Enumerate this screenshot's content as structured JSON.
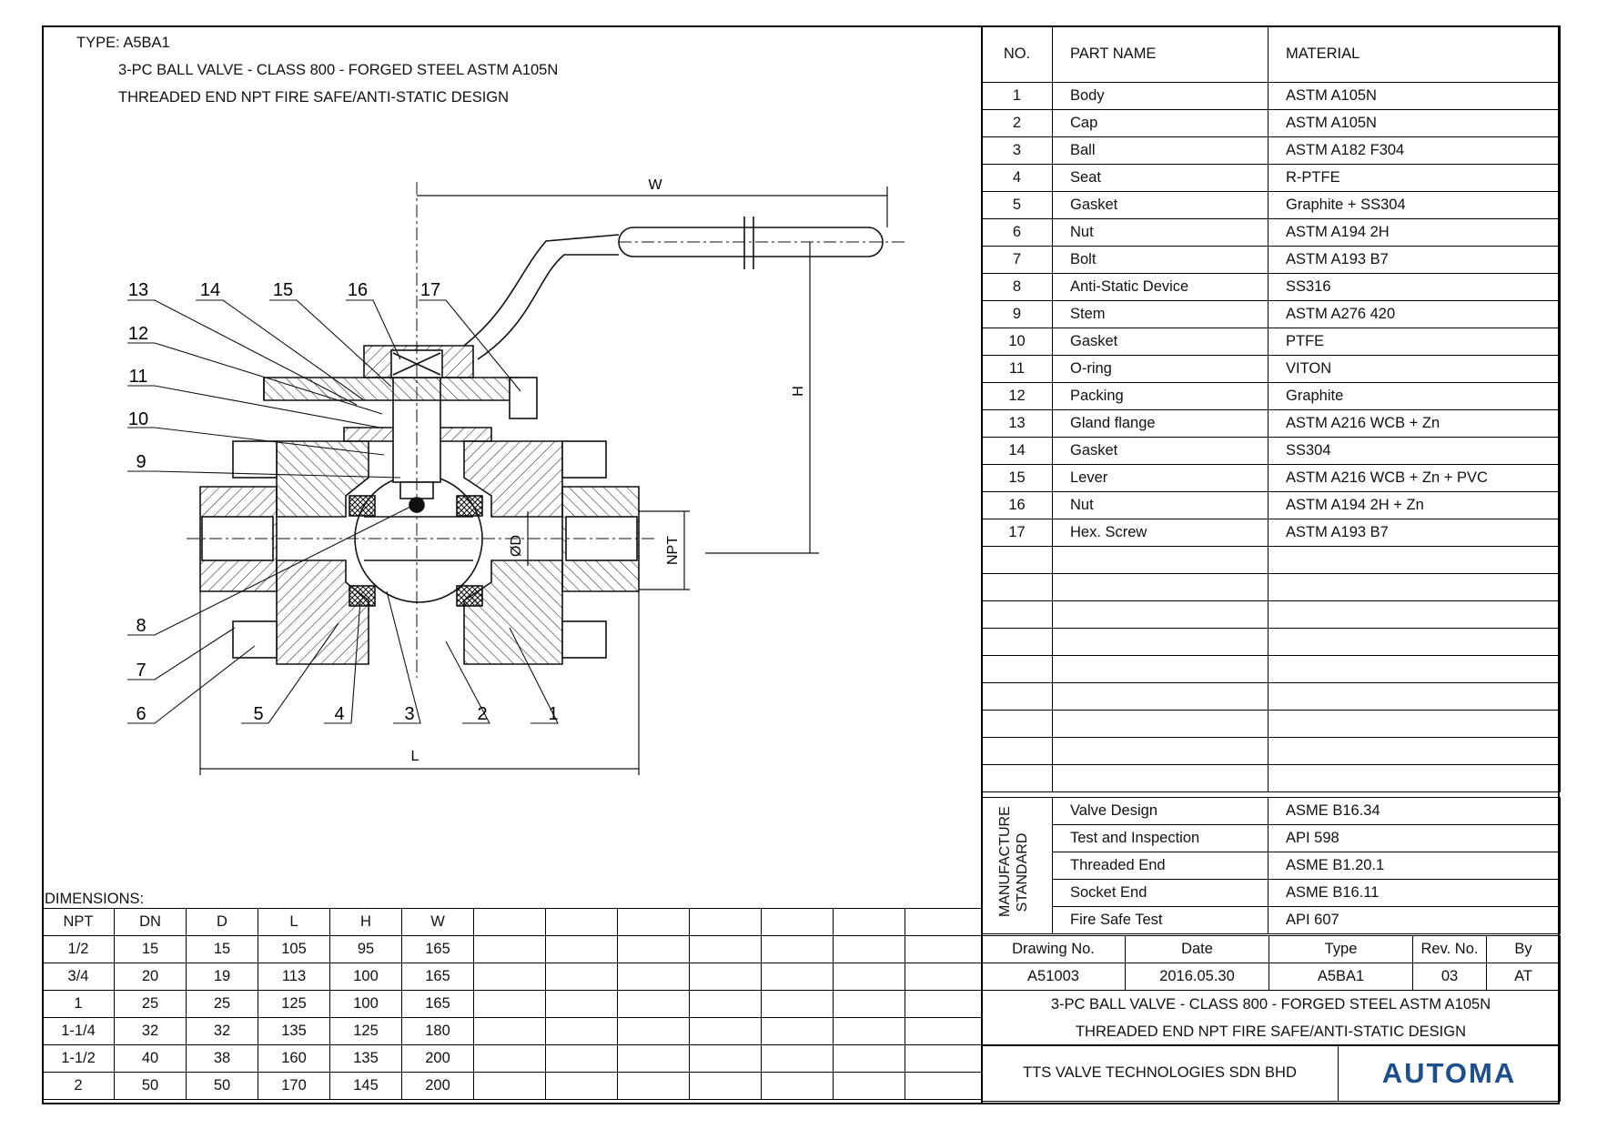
{
  "header": {
    "type_line": "TYPE: A5BA1",
    "title_line1": "3-PC BALL VALVE - CLASS 800 - FORGED STEEL ASTM A105N",
    "title_line2": "THREADED END NPT FIRE SAFE/ANTI-STATIC DESIGN"
  },
  "drawing": {
    "dim_labels": {
      "w": "W",
      "h": "H",
      "l": "L",
      "od": "ØD",
      "npt": "NPT"
    },
    "balloons": [
      "13",
      "14",
      "15",
      "16",
      "17",
      "12",
      "11",
      "10",
      "9",
      "8",
      "7",
      "6",
      "5",
      "4",
      "3",
      "2",
      "1"
    ]
  },
  "parts_table": {
    "headers": [
      "NO.",
      "PART NAME",
      "MATERIAL"
    ],
    "rows": [
      [
        "1",
        "Body",
        "ASTM A105N"
      ],
      [
        "2",
        "Cap",
        "ASTM A105N"
      ],
      [
        "3",
        "Ball",
        "ASTM A182 F304"
      ],
      [
        "4",
        "Seat",
        "R-PTFE"
      ],
      [
        "5",
        "Gasket",
        "Graphite + SS304"
      ],
      [
        "6",
        "Nut",
        "ASTM A194 2H"
      ],
      [
        "7",
        "Bolt",
        "ASTM A193 B7"
      ],
      [
        "8",
        "Anti-Static Device",
        "SS316"
      ],
      [
        "9",
        "Stem",
        "ASTM A276 420"
      ],
      [
        "10",
        "Gasket",
        "PTFE"
      ],
      [
        "11",
        "O-ring",
        "VITON"
      ],
      [
        "12",
        "Packing",
        "Graphite"
      ],
      [
        "13",
        "Gland flange",
        "ASTM A216 WCB + Zn"
      ],
      [
        "14",
        "Gasket",
        "SS304"
      ],
      [
        "15",
        "Lever",
        "ASTM A216 WCB + Zn + PVC"
      ],
      [
        "16",
        "Nut",
        "ASTM A194 2H + Zn"
      ],
      [
        "17",
        "Hex. Screw",
        "ASTM A193 B7"
      ]
    ]
  },
  "standards": {
    "side_label_line1": "MANUFACTURE",
    "side_label_line2": "STANDARD",
    "rows": [
      [
        "Valve Design",
        "ASME B16.34"
      ],
      [
        "Test and Inspection",
        "API 598"
      ],
      [
        "Threaded End",
        "ASME B1.20.1"
      ],
      [
        "Socket End",
        "ASME B16.11"
      ],
      [
        "Fire Safe Test",
        "API 607"
      ]
    ]
  },
  "title_block": {
    "headers": [
      "Drawing No.",
      "Date",
      "Type",
      "Rev. No.",
      "By"
    ],
    "values": [
      "A51003",
      "2016.05.30",
      "A5BA1",
      "03",
      "AT"
    ],
    "title_line1": "3-PC BALL VALVE - CLASS 800 - FORGED STEEL ASTM A105N",
    "title_line2": "THREADED END NPT FIRE SAFE/ANTI-STATIC DESIGN",
    "company": "TTS VALVE TECHNOLOGIES SDN BHD",
    "logo": "AUTOMA",
    "logo_color": "#1d4f8c"
  },
  "dimensions": {
    "label": "DIMENSIONS:",
    "headers": [
      "NPT",
      "DN",
      "D",
      "L",
      "H",
      "W"
    ],
    "rows": [
      [
        "1/2",
        "15",
        "15",
        "105",
        "95",
        "165"
      ],
      [
        "3/4",
        "20",
        "19",
        "113",
        "100",
        "165"
      ],
      [
        "1",
        "25",
        "25",
        "125",
        "100",
        "165"
      ],
      [
        "1-1/4",
        "32",
        "32",
        "135",
        "125",
        "180"
      ],
      [
        "1-1/2",
        "40",
        "38",
        "160",
        "135",
        "200"
      ],
      [
        "2",
        "50",
        "50",
        "170",
        "145",
        "200"
      ]
    ]
  }
}
